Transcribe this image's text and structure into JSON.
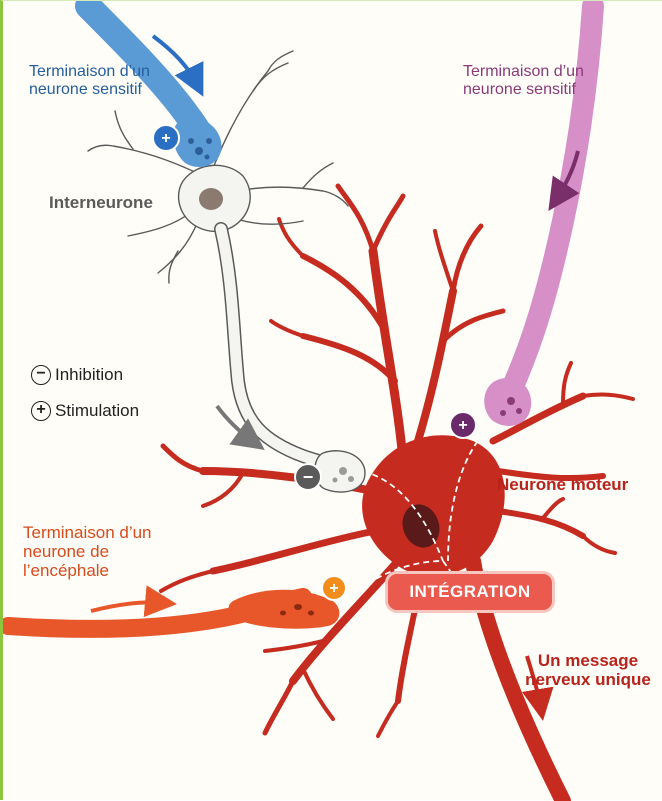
{
  "labels": {
    "sensory_left": "Terminaison d’un neurone sensitif",
    "sensory_right": "Terminaison d’un neurone sensitif",
    "interneuron": "Interneurone",
    "brain_terminal": "Terminaison d’un neurone de l’encéphale",
    "motor_neuron": "Neurone moteur",
    "integration": "INTÉGRATION",
    "single_message": "Un message nerveux unique"
  },
  "legend": {
    "inhibition_symbol": "−",
    "inhibition_label": "Inhibition",
    "stimulation_symbol": "+",
    "stimulation_label": "Stimulation"
  },
  "synapse_signs": {
    "sensory_left": "+",
    "sensory_right": "+",
    "interneuron": "−",
    "brain": "+"
  },
  "colors": {
    "sensory_left": "#5b9bd5",
    "sensory_right": "#d68fc7",
    "interneuron": "#f4f4f0",
    "brain": "#e8572a",
    "motor_neuron": "#c62b20",
    "integration_box": "#ea5a4e"
  }
}
